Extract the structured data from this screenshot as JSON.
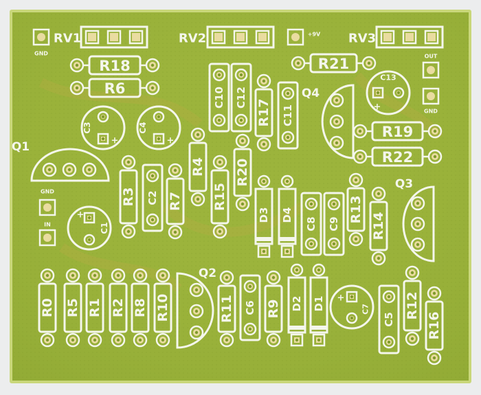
{
  "board": {
    "colors": {
      "substrate": "#9cb43c",
      "substrate_edge": "#c9d77a",
      "silk": "#f4f6ec",
      "copper": "#e9dca0",
      "background": "#ecedee",
      "shade": "#7f9a2c"
    },
    "components": [
      {
        "ref": "RV1",
        "kind": "pot"
      },
      {
        "ref": "RV2",
        "kind": "pot"
      },
      {
        "ref": "RV3",
        "kind": "pot"
      },
      {
        "ref": "R0",
        "kind": "resistor"
      },
      {
        "ref": "R1",
        "kind": "resistor"
      },
      {
        "ref": "R2",
        "kind": "resistor"
      },
      {
        "ref": "R3",
        "kind": "resistor"
      },
      {
        "ref": "R4",
        "kind": "resistor"
      },
      {
        "ref": "R5",
        "kind": "resistor"
      },
      {
        "ref": "R6",
        "kind": "resistor"
      },
      {
        "ref": "R7",
        "kind": "resistor"
      },
      {
        "ref": "R8",
        "kind": "resistor"
      },
      {
        "ref": "R9",
        "kind": "resistor"
      },
      {
        "ref": "R10",
        "kind": "resistor"
      },
      {
        "ref": "R11",
        "kind": "resistor"
      },
      {
        "ref": "R12",
        "kind": "resistor"
      },
      {
        "ref": "R13",
        "kind": "resistor"
      },
      {
        "ref": "R14",
        "kind": "resistor"
      },
      {
        "ref": "R15",
        "kind": "resistor"
      },
      {
        "ref": "R16",
        "kind": "resistor"
      },
      {
        "ref": "R17",
        "kind": "resistor"
      },
      {
        "ref": "R18",
        "kind": "resistor"
      },
      {
        "ref": "R19",
        "kind": "resistor"
      },
      {
        "ref": "R20",
        "kind": "resistor"
      },
      {
        "ref": "R21",
        "kind": "resistor"
      },
      {
        "ref": "R22",
        "kind": "resistor"
      },
      {
        "ref": "C1",
        "kind": "electrolytic"
      },
      {
        "ref": "C2",
        "kind": "capacitor"
      },
      {
        "ref": "C3",
        "kind": "electrolytic"
      },
      {
        "ref": "C4",
        "kind": "electrolytic"
      },
      {
        "ref": "C5",
        "kind": "capacitor"
      },
      {
        "ref": "C6",
        "kind": "capacitor"
      },
      {
        "ref": "C7",
        "kind": "electrolytic"
      },
      {
        "ref": "C8",
        "kind": "capacitor"
      },
      {
        "ref": "C9",
        "kind": "capacitor"
      },
      {
        "ref": "C10",
        "kind": "capacitor"
      },
      {
        "ref": "C11",
        "kind": "capacitor"
      },
      {
        "ref": "C12",
        "kind": "capacitor"
      },
      {
        "ref": "C13",
        "kind": "electrolytic"
      },
      {
        "ref": "D1",
        "kind": "diode"
      },
      {
        "ref": "D2",
        "kind": "diode"
      },
      {
        "ref": "D3",
        "kind": "diode"
      },
      {
        "ref": "D4",
        "kind": "diode"
      },
      {
        "ref": "Q1",
        "kind": "transistor"
      },
      {
        "ref": "Q2",
        "kind": "transistor"
      },
      {
        "ref": "Q3",
        "kind": "transistor"
      },
      {
        "ref": "Q4",
        "kind": "transistor"
      }
    ],
    "pads": [
      "GND",
      "IN",
      "GND",
      "+9V",
      "OUT",
      "GND"
    ],
    "polarity_mark": "+"
  }
}
